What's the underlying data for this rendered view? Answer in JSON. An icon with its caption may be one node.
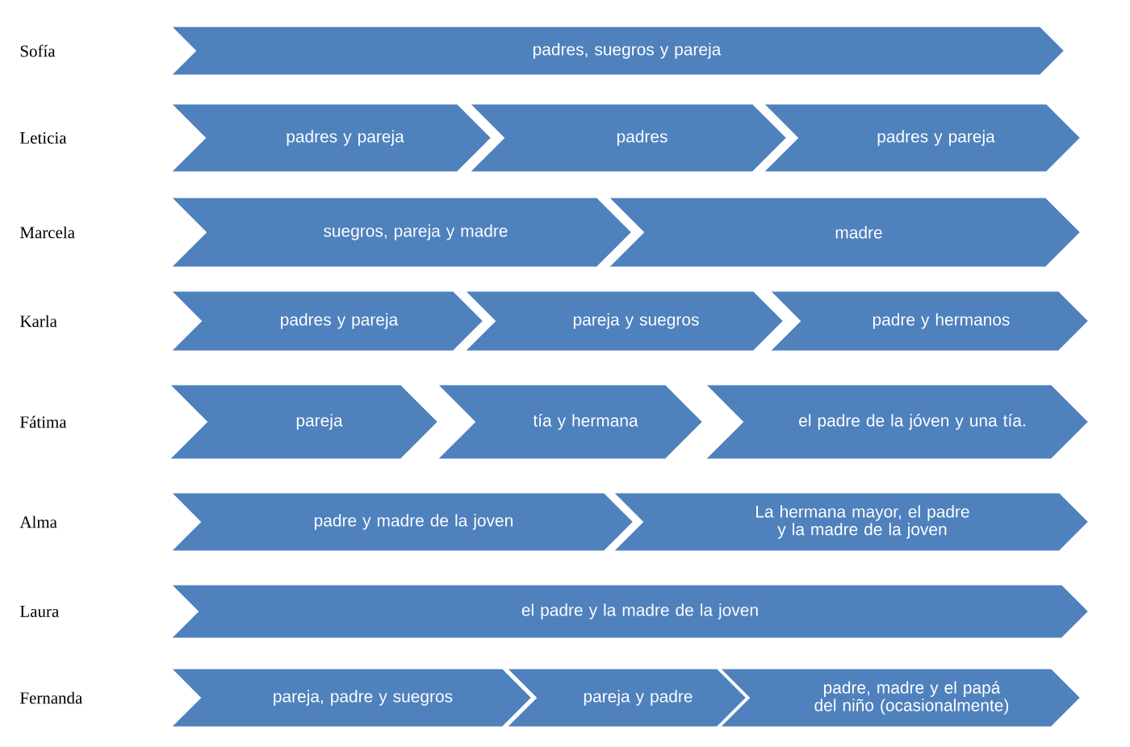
{
  "diagram": {
    "nodes": [
      {
        "text": [
          "padres, suegros y pareja"
        ]
      },
      {
        "text": [
          "padres y pareja"
        ]
      },
      {
        "text": [
          "padres"
        ]
      },
      {
        "text": [
          "padres y pareja"
        ]
      },
      {
        "text": [
          "suegros, pareja y madre"
        ]
      },
      {
        "text": [
          "madre"
        ]
      },
      {
        "text": [
          "padres y pareja"
        ]
      },
      {
        "text": [
          "pareja y suegros"
        ]
      },
      {
        "text": [
          "padre y hermanos"
        ]
      },
      {
        "text": [
          "pareja"
        ]
      },
      {
        "text": [
          "tía y hermana"
        ]
      },
      {
        "text": [
          "el padre de la jóven y una tía."
        ]
      },
      {
        "text": [
          "padre y madre de la joven"
        ]
      },
      {
        "text": [
          "La hermana mayor, el padre y la madre de la joven"
        ]
      },
      {
        "text": [
          "el padre y la madre de la joven"
        ]
      },
      {
        "text": [
          "pareja, padre y suegros"
        ]
      },
      {
        "text": [
          "pareja y padre"
        ]
      },
      {
        "text": [
          "padre, madre y el papá del niño (ocasionalmente)"
        ]
      }
    ],
    "labels": [
      "Sofía",
      "Leticia",
      "Marcela",
      "Karla",
      "Fátima",
      "Alma",
      "Laura",
      "Fernanda"
    ]
  }
}
